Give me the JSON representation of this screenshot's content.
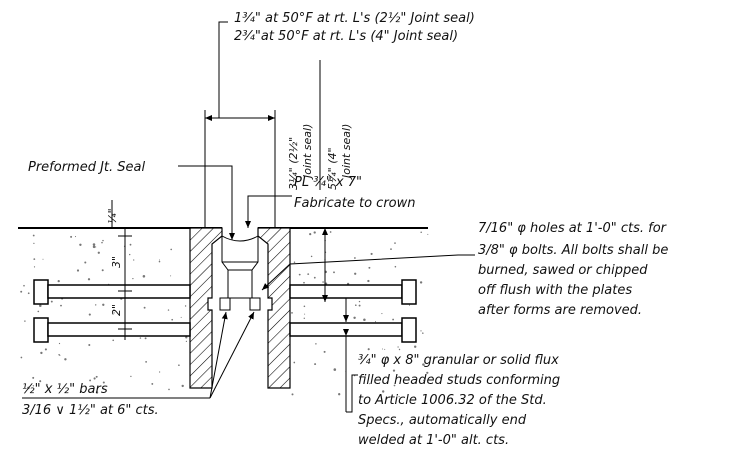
{
  "drawing": {
    "joint_opening_notes": [
      "1¾\" at 50°F at rt. L's (2½\" Joint seal)",
      "2¾\"at 50°F at rt. L's (4\" Joint seal)"
    ],
    "depth_notes": [
      "3¼\" (2½\"",
      "Joint seal)",
      "5¼\" (4\"",
      "Joint seal)"
    ],
    "preformed_seal_label": "Preformed Jt. Seal",
    "plate_label": "PL ¾\" x 7\"",
    "plate_note": "Fabricate to crown",
    "dim_quarter": "¼\"",
    "dim_three": "3\"",
    "dim_two": "2\"",
    "holes_note": [
      "7/16\" φ holes at 1'-0\" cts. for",
      "3/8\" φ bolts.  All bolts shall be",
      "burned, sawed or chipped",
      "off flush with the plates",
      "after forms are removed."
    ],
    "bars_label": "½\" x ½\" bars",
    "weld_label": "3/16 ∨ 1½\" at 6\" cts.",
    "studs_note": [
      "¾\" φ x 8\" granular or solid flux",
      "filled headed studs conforming",
      "to Article 1006.32 of the Std.",
      "Specs., automatically end",
      "welded at 1'-0\" alt. cts."
    ]
  }
}
